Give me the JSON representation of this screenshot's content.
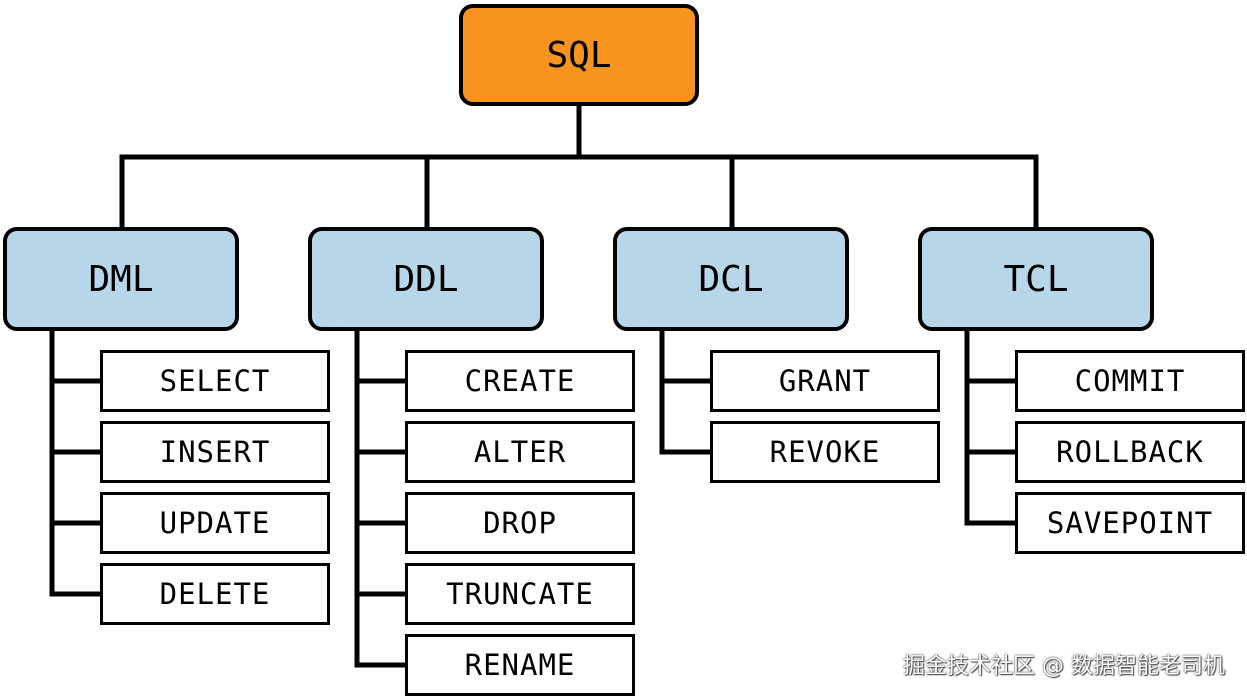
{
  "root": {
    "label": "SQL"
  },
  "categories": [
    {
      "label": "DML",
      "commands": [
        "SELECT",
        "INSERT",
        "UPDATE",
        "DELETE"
      ]
    },
    {
      "label": "DDL",
      "commands": [
        "CREATE",
        "ALTER",
        "DROP",
        "TRUNCATE",
        "RENAME"
      ]
    },
    {
      "label": "DCL",
      "commands": [
        "GRANT",
        "REVOKE"
      ]
    },
    {
      "label": "TCL",
      "commands": [
        "COMMIT",
        "ROLLBACK",
        "SAVEPOINT"
      ]
    }
  ],
  "watermark": "掘金技术社区 @ 数据智能老司机",
  "colors": {
    "root_fill": "#f7931e",
    "category_fill": "#b8d6ea",
    "command_fill": "#ffffff",
    "line": "#000000"
  }
}
